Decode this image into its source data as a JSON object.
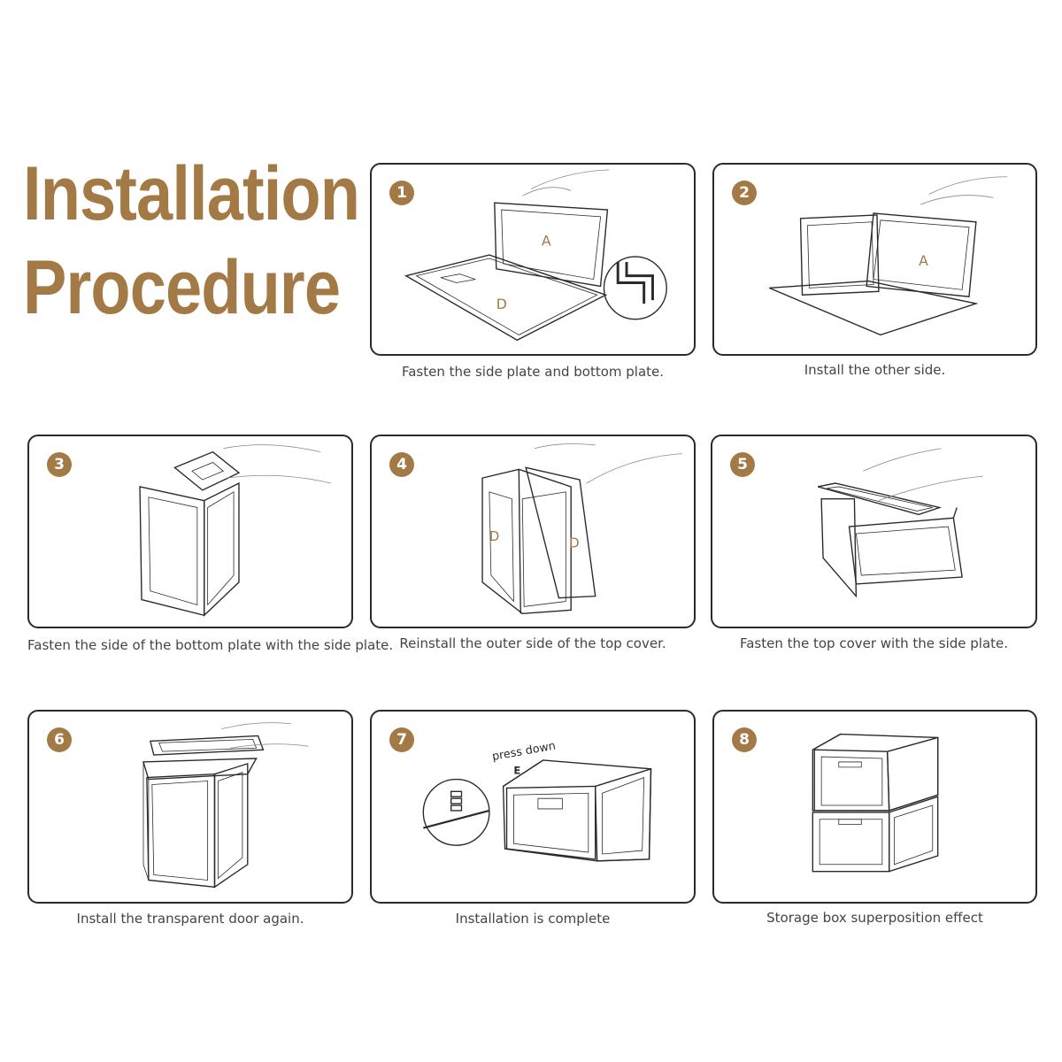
{
  "title": {
    "line1": "Installation",
    "line2": "Procedure"
  },
  "colors": {
    "accent": "#a37945",
    "stroke": "#2a2a2a",
    "text": "#444444"
  },
  "steps": [
    {
      "number": "1",
      "caption": "Fasten the side plate and bottom plate.",
      "labels": [
        "A",
        "D"
      ]
    },
    {
      "number": "2",
      "caption": "Install the other side.",
      "labels": [
        "A"
      ]
    },
    {
      "number": "3",
      "caption": "Fasten the side of the bottom plate with the side plate.",
      "labels": []
    },
    {
      "number": "4",
      "caption": "Reinstall the outer side of the top cover.",
      "labels": [
        "D",
        "D"
      ]
    },
    {
      "number": "5",
      "caption": "Fasten the top cover with the side plate.",
      "labels": []
    },
    {
      "number": "6",
      "caption": "Install the transparent door again.",
      "labels": []
    },
    {
      "number": "7",
      "caption": "Installation is complete",
      "labels": [
        "press down",
        "E"
      ]
    },
    {
      "number": "8",
      "caption": "Storage box superposition effect",
      "labels": []
    }
  ]
}
